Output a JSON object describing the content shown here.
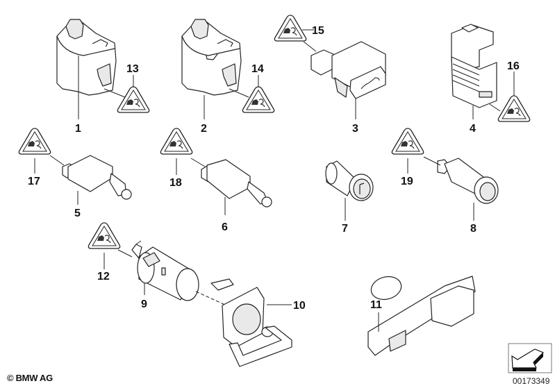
{
  "diagram": {
    "title": "Switches and sockets parts diagram",
    "callouts": [
      {
        "id": "1",
        "label": "1"
      },
      {
        "id": "2",
        "label": "2"
      },
      {
        "id": "3",
        "label": "3"
      },
      {
        "id": "4",
        "label": "4"
      },
      {
        "id": "5",
        "label": "5"
      },
      {
        "id": "6",
        "label": "6"
      },
      {
        "id": "7",
        "label": "7"
      },
      {
        "id": "8",
        "label": "8"
      },
      {
        "id": "9",
        "label": "9"
      },
      {
        "id": "10",
        "label": "10"
      },
      {
        "id": "11",
        "label": "11"
      },
      {
        "id": "12",
        "label": "12"
      },
      {
        "id": "13",
        "label": "13"
      },
      {
        "id": "14",
        "label": "14"
      },
      {
        "id": "15",
        "label": "15"
      },
      {
        "id": "16",
        "label": "16"
      },
      {
        "id": "17",
        "label": "17"
      },
      {
        "id": "18",
        "label": "18"
      },
      {
        "id": "19",
        "label": "19"
      }
    ],
    "warning_symbol": "connector-warning-triangle",
    "nav_arrow_icon": "back-arrow-icon"
  },
  "footer": {
    "copyright": "© BMW AG",
    "document_number": "00173349"
  }
}
